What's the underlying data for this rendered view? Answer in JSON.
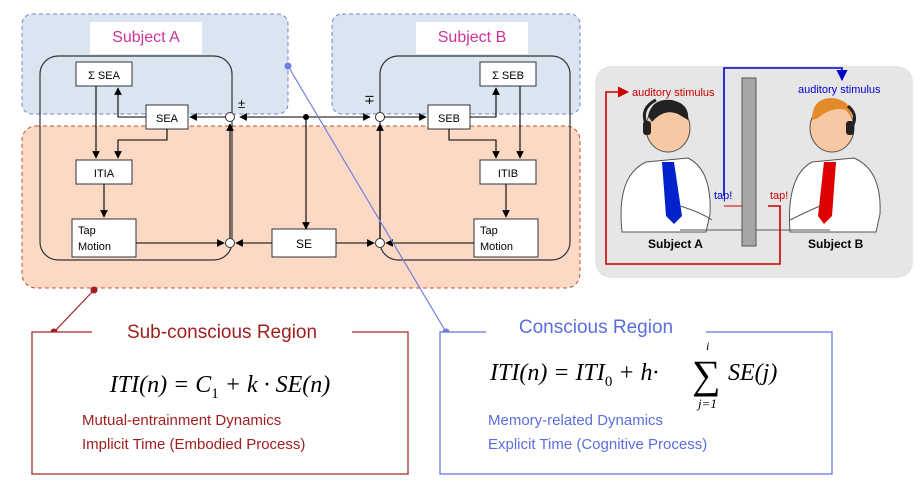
{
  "left_diagram": {
    "subject_a_label": "Subject A",
    "subject_b_label": "Subject B",
    "sum_se_a": "Σ SEA",
    "sum_se_b": "Σ SEB",
    "se_a": "SEA",
    "se_b": "SEB",
    "iti_a": "ITIA",
    "iti_b": "ITIB",
    "tap_motion_a": [
      "Tap",
      "Motion"
    ],
    "tap_motion_b": [
      "Tap",
      "Motion"
    ],
    "se": "SE",
    "sign_pm": "±",
    "sign_mp": "∓",
    "colors": {
      "subject_region": "#dbe5f1",
      "subconscious_region": "#fbd9c4",
      "subject_text": "#cc3399"
    }
  },
  "right_scene": {
    "auditory_a": "auditory stimulus",
    "auditory_b": "auditory stimulus",
    "tap_a": "tap!",
    "tap_b": "tap!",
    "subject_a": "Subject A",
    "subject_b": "Subject B",
    "colors": {
      "red": "#cc0000",
      "blue": "#0000cc",
      "panel": "#e6e6e6"
    }
  },
  "subconscious": {
    "title": "Sub-conscious Region",
    "equation": "ITI(n) = C1 + k · SE(n)",
    "line1": "Mutual-entrainment Dynamics",
    "line2": "Implicit Time (Embodied Process)",
    "color": "#a02020"
  },
  "conscious": {
    "title": "Conscious Region",
    "equation": "ITI(n) = ITI0 + h · Σ SE(j)",
    "sum_top": "i",
    "sum_bottom": "j=1",
    "line1": "Memory-related Dynamics",
    "line2": "Explicit Time (Cognitive Process)",
    "color": "#5a6ee0"
  }
}
